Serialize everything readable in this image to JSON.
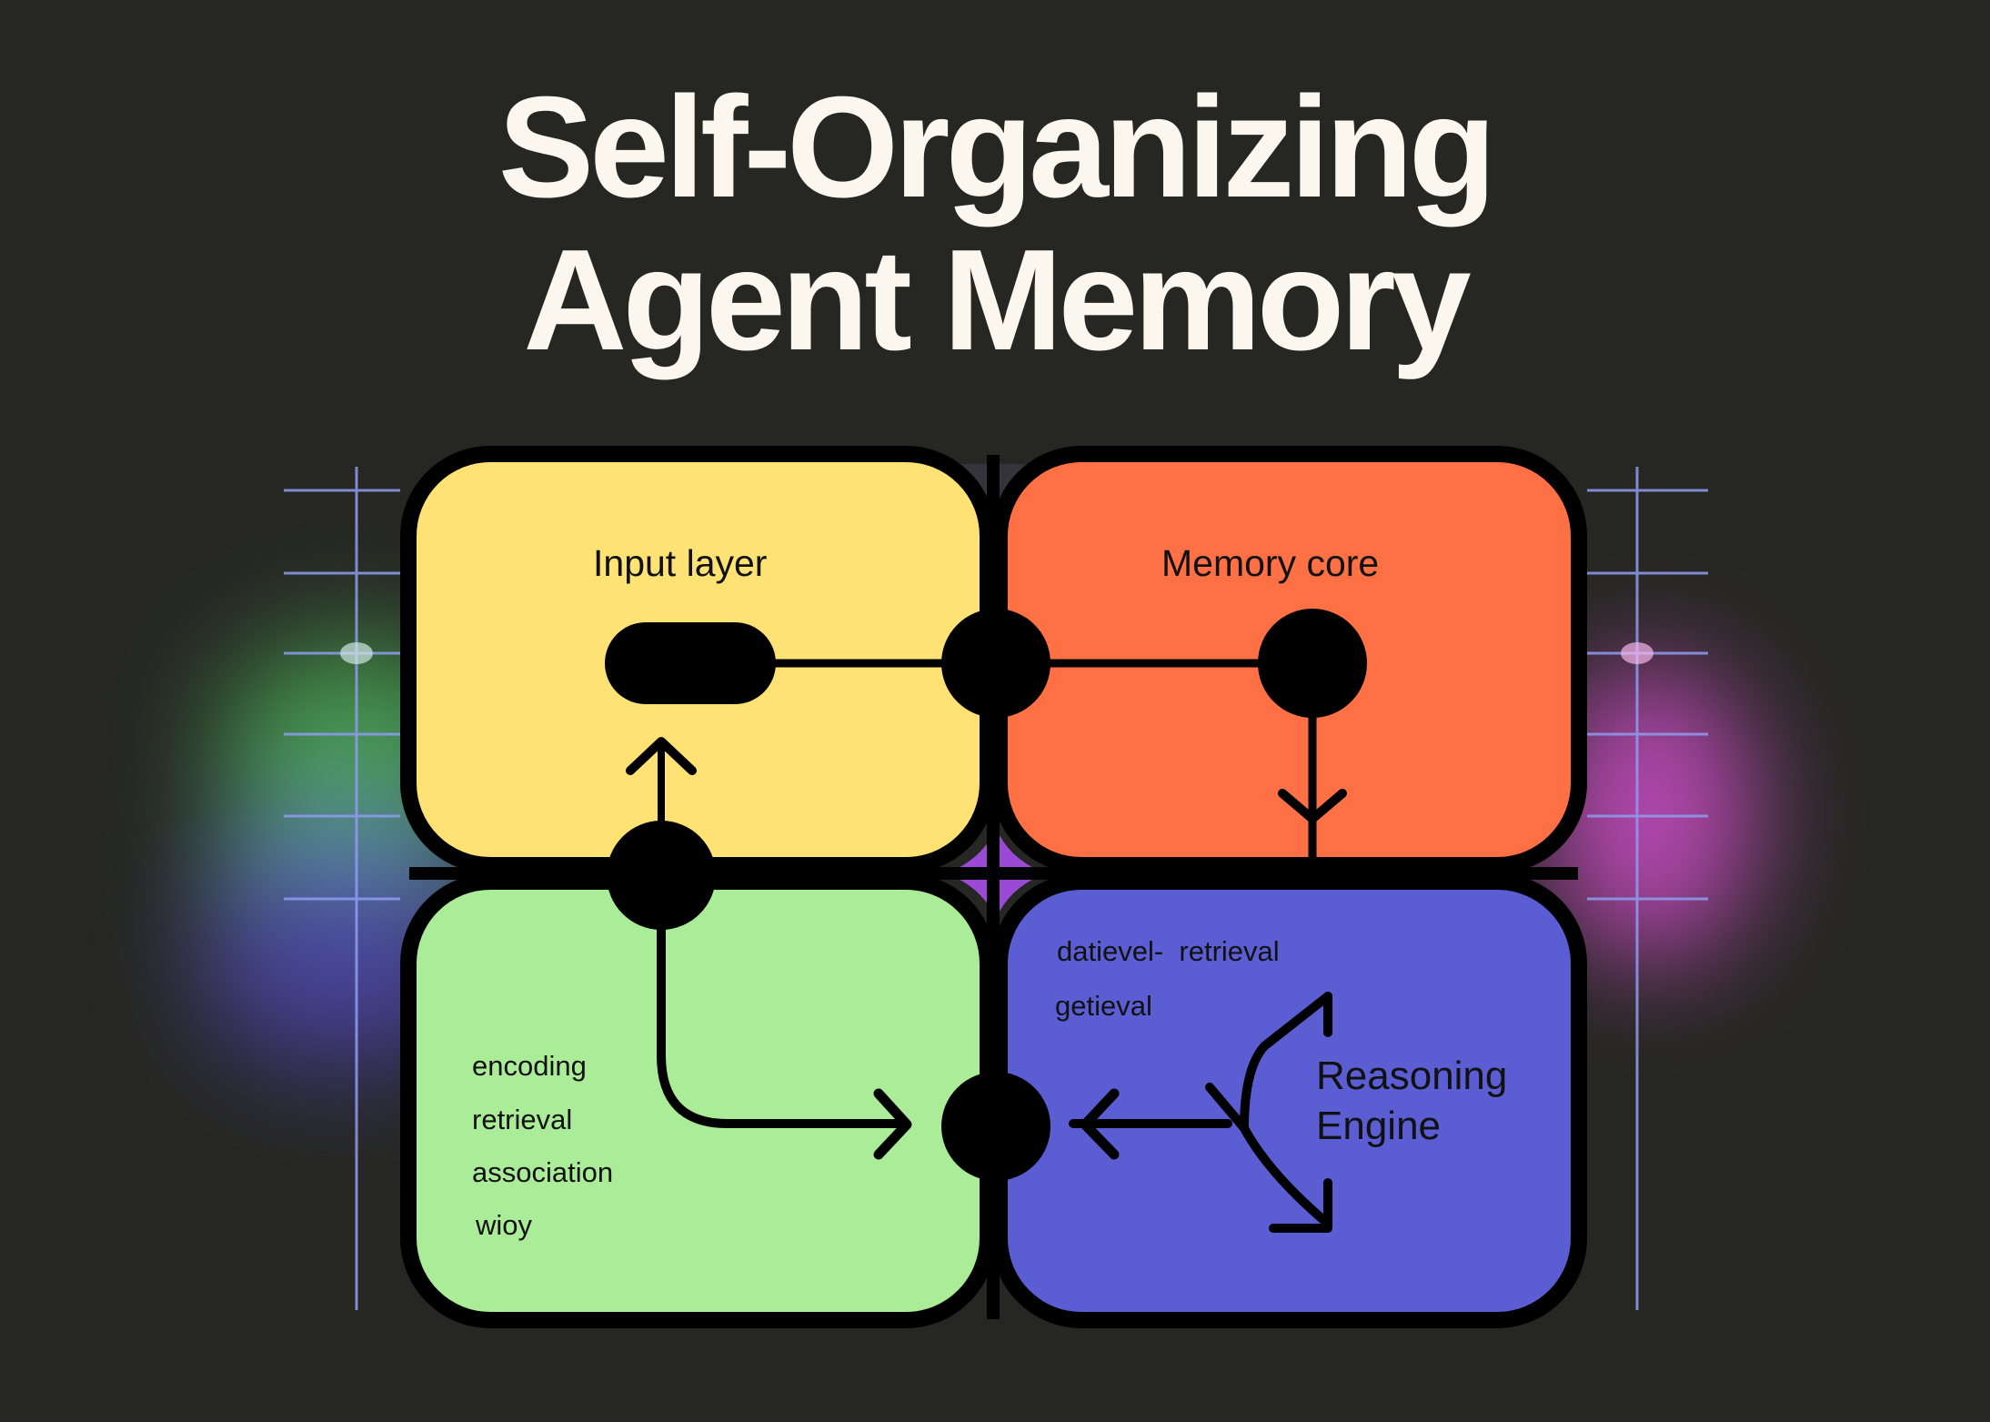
{
  "title": {
    "line1": "Self-Organizing",
    "line2": "Agent Memory"
  },
  "colors": {
    "background": "#262723",
    "title_text": "#fbf7ef",
    "input_layer": "#fee273",
    "memory_core": "#ff7144",
    "encoding_block": "#abec98",
    "reasoning_engine": "#5b5ed3",
    "outline": "#000000",
    "grid_lines": "#8f9cf0",
    "glow_left_top": "#56c25a",
    "glow_left_bottom": "#5a4bc8",
    "glow_right": "#e45ad8",
    "center_diamond": "#9b4ad6"
  },
  "blocks": {
    "input_layer": {
      "title": "Input layer"
    },
    "memory_core": {
      "title": "Memory core"
    },
    "encoding": {
      "items": [
        "encoding",
        "retrieval",
        "association",
        "wioy"
      ]
    },
    "reasoning_engine": {
      "title_line1": "Reasoning",
      "title_line2": "Engine",
      "top_label_1": "datievel-  retrieval",
      "top_label_2": "getieval"
    }
  }
}
